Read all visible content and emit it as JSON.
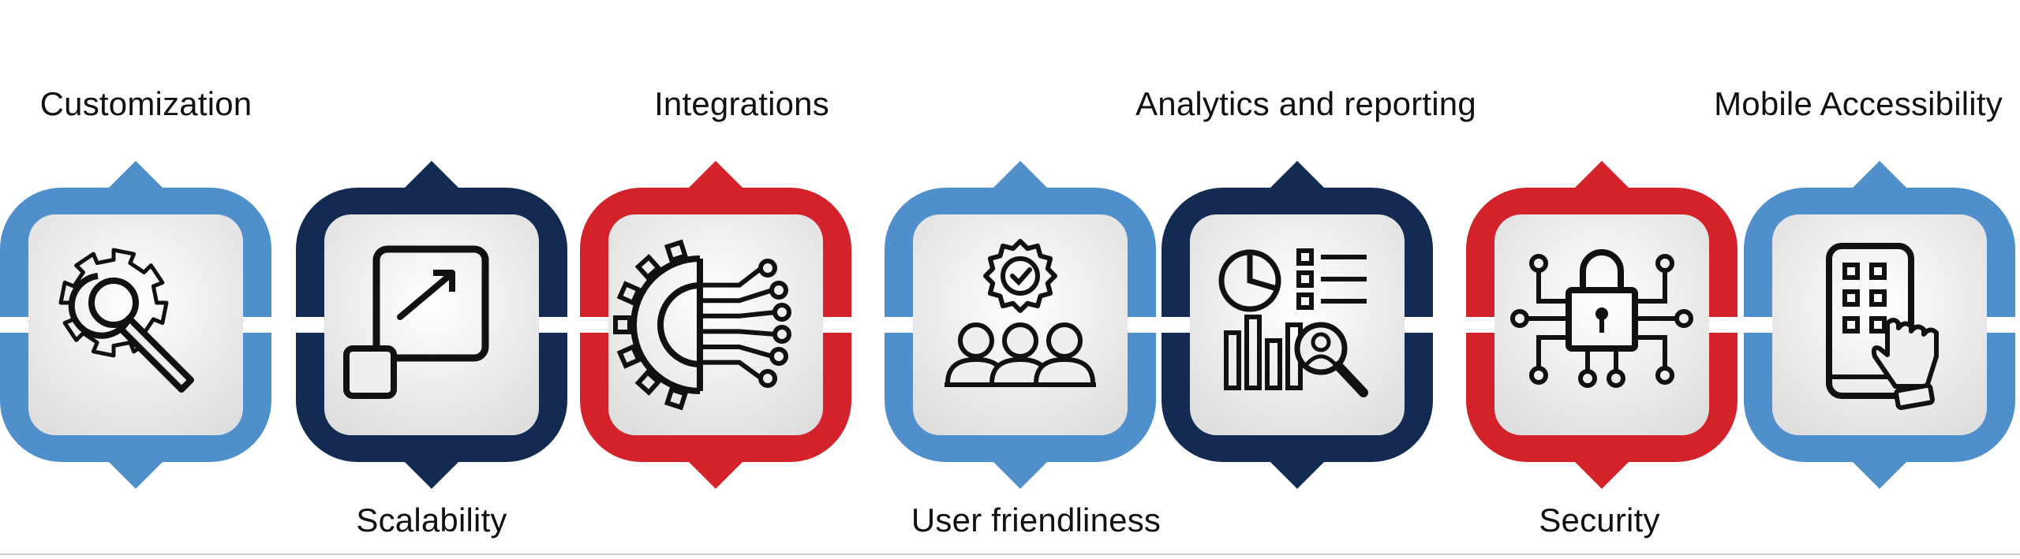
{
  "colors": {
    "light_blue": "#4f8fcc",
    "navy": "#132a52",
    "red": "#d3222a",
    "icon_stroke": "#111111",
    "tile_fill": "#efefef"
  },
  "steps": [
    {
      "label": "Customization",
      "label_pos": "top",
      "color": "light_blue",
      "icon": "gear-wrench-icon"
    },
    {
      "label": "Scalability",
      "label_pos": "bottom",
      "color": "navy",
      "icon": "scale-up-arrow-icon"
    },
    {
      "label": "Integrations",
      "label_pos": "top",
      "color": "red",
      "icon": "gear-circuit-icon"
    },
    {
      "label": "User friendliness",
      "label_pos": "bottom",
      "color": "light_blue",
      "icon": "users-badge-icon"
    },
    {
      "label": "Analytics and reporting",
      "label_pos": "top",
      "color": "navy",
      "icon": "analytics-report-icon"
    },
    {
      "label": "Security",
      "label_pos": "bottom",
      "color": "red",
      "icon": "padlock-circuit-icon"
    },
    {
      "label": "Mobile Accessibility",
      "label_pos": "top",
      "color": "light_blue",
      "icon": "mobile-touch-icon"
    }
  ]
}
